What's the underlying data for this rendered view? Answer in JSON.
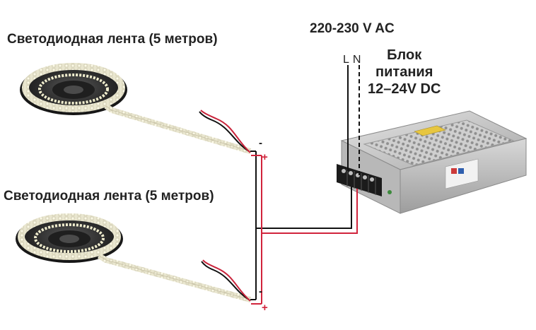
{
  "strips": [
    {
      "title": "Светодиодная лента (5 метров)",
      "minus": "-",
      "plus": "+"
    },
    {
      "title": "Светодиодная лента (5 метров)",
      "minus": "-",
      "plus": "+"
    }
  ],
  "mains": {
    "voltage_label": "220-230 V AC",
    "line_label": "L",
    "neutral_label": "N"
  },
  "power_supply": {
    "title_line1": "Блок",
    "title_line2": "питания",
    "title_line3": "12–24V DC"
  },
  "colors": {
    "positive_wire": "#d1243c",
    "negative_wire": "#111111",
    "strip_led": "#f2efc8",
    "psu_body": "#c9c9c9"
  }
}
